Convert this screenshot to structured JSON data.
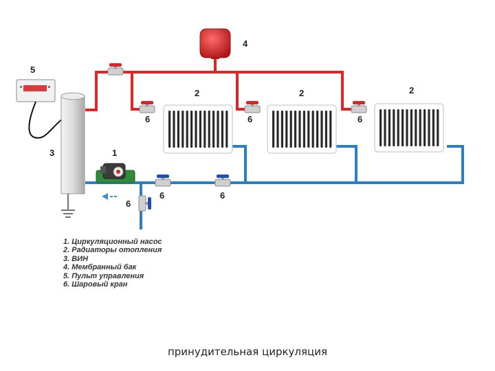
{
  "diagram": {
    "title": "",
    "colors": {
      "supply_pipe": "#e32424",
      "return_pipe": "#2b7fc6",
      "tank": "#d42020",
      "radiator_body": "#ffffff",
      "radiator_fins": "#2a2a2a",
      "valve_red": "#d62828",
      "valve_blue": "#1e4fb5",
      "pump_green": "#2f8a3a",
      "heater_grey": "#d8d8d8",
      "flow_arrow": "#3a8fd6"
    },
    "labels": {
      "pump": "1",
      "radiator_left": "2",
      "radiator_middle": "2",
      "radiator_right": "2",
      "heater": "3",
      "tank": "4",
      "control_panel": "5",
      "valve_left": "6",
      "valve_middle": "6",
      "valve_right": "6",
      "valve_drain": "6",
      "valve_return_1": "6",
      "valve_return_2": "6"
    },
    "icons": {
      "control_panel": "control-panel-icon",
      "heater": "boiler-icon",
      "pump": "pump-icon",
      "tank": "expansion-tank-icon",
      "radiator": "radiator-icon",
      "valve": "ball-valve-icon",
      "ground": "ground-icon",
      "flow": "flow-arrow-icon"
    },
    "legend": [
      "1. Циркуляционный насос",
      "2. Радиаторы отопления",
      "3. ВИН",
      "4. Мембранный бак",
      "5. Пульт управления",
      "6. Шаровый кран"
    ],
    "caption": "принудительная циркуляция"
  }
}
